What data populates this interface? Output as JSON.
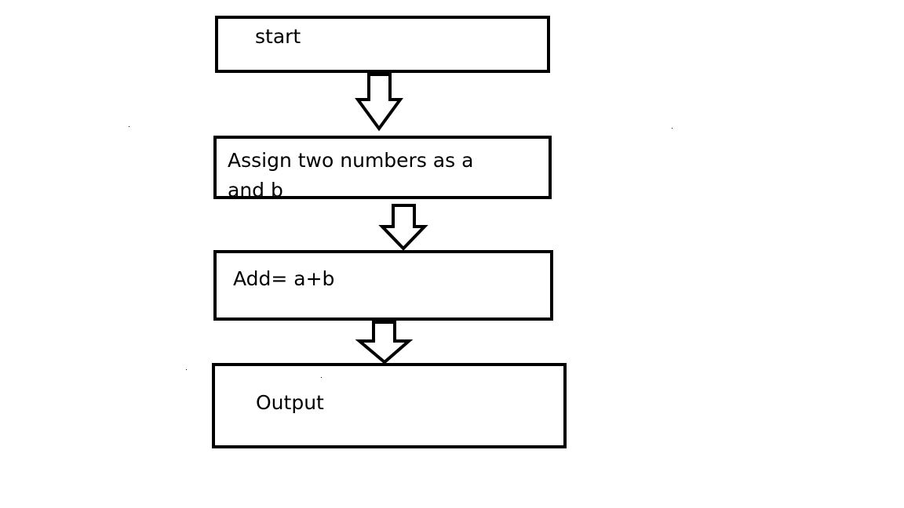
{
  "flowchart": {
    "steps": [
      {
        "id": "start",
        "label": "start"
      },
      {
        "id": "assign",
        "label": "Assign two numbers as a and b"
      },
      {
        "id": "add",
        "label": "Add= a+b"
      },
      {
        "id": "output",
        "label": "Output"
      }
    ],
    "connectors": [
      {
        "from": "start",
        "to": "assign",
        "style": "hollow-block-arrow"
      },
      {
        "from": "assign",
        "to": "add",
        "style": "hollow-block-arrow"
      },
      {
        "from": "add",
        "to": "output",
        "style": "hollow-block-arrow"
      }
    ],
    "colors": {
      "stroke": "#000000",
      "fill": "#ffffff",
      "text": "#000000"
    }
  }
}
